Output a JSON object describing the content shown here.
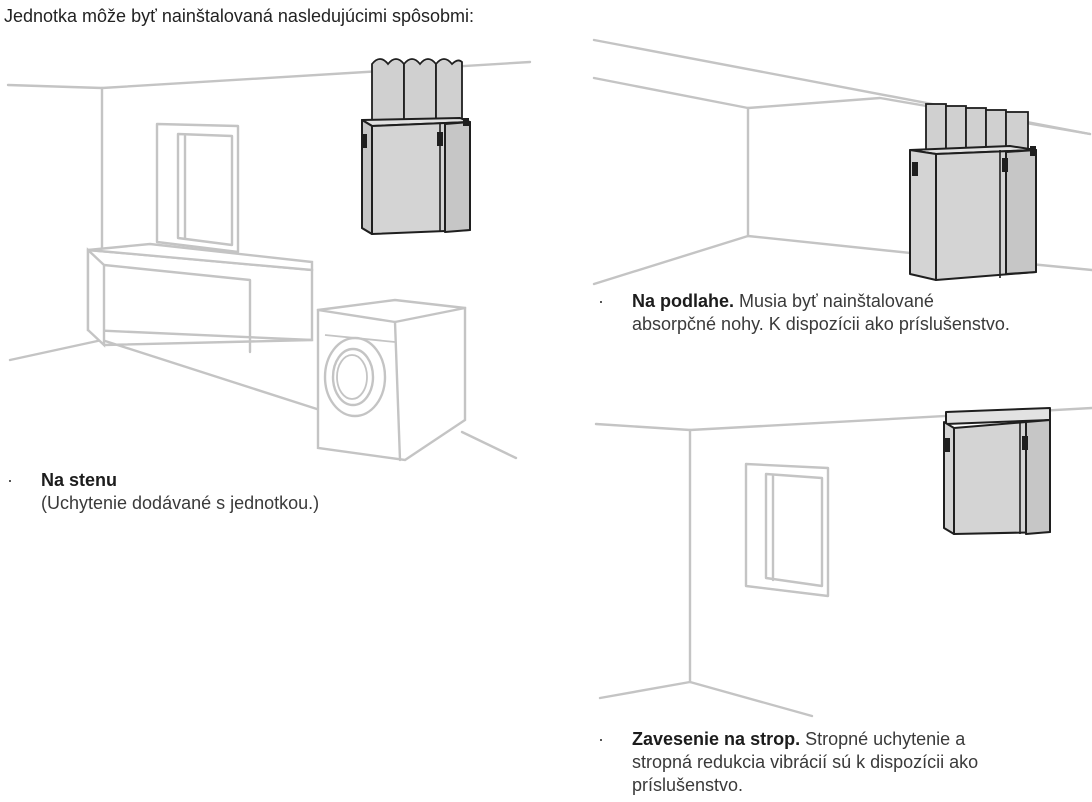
{
  "intro": "Jednotka môže byť nainštalovaná nasledujúcimi spôsobmi:",
  "bullet_symbol": "·",
  "options": {
    "wall": {
      "title": "Na stenu",
      "text": "(Uchytenie dodávané s jednotkou.)"
    },
    "floor": {
      "title": "Na podlahe.",
      "text_line1": "Musia byť nainštalované",
      "text_line2": "absorpčné nohy. K dispozícii ako príslušenstvo."
    },
    "ceiling": {
      "title": "Zavesenie na strop.",
      "text_line1": "Stropné uchytenie a",
      "text_line2": "stropná redukcia vibrácií sú k dispozícii ako",
      "text_line3": "príslušenstvo."
    }
  }
}
